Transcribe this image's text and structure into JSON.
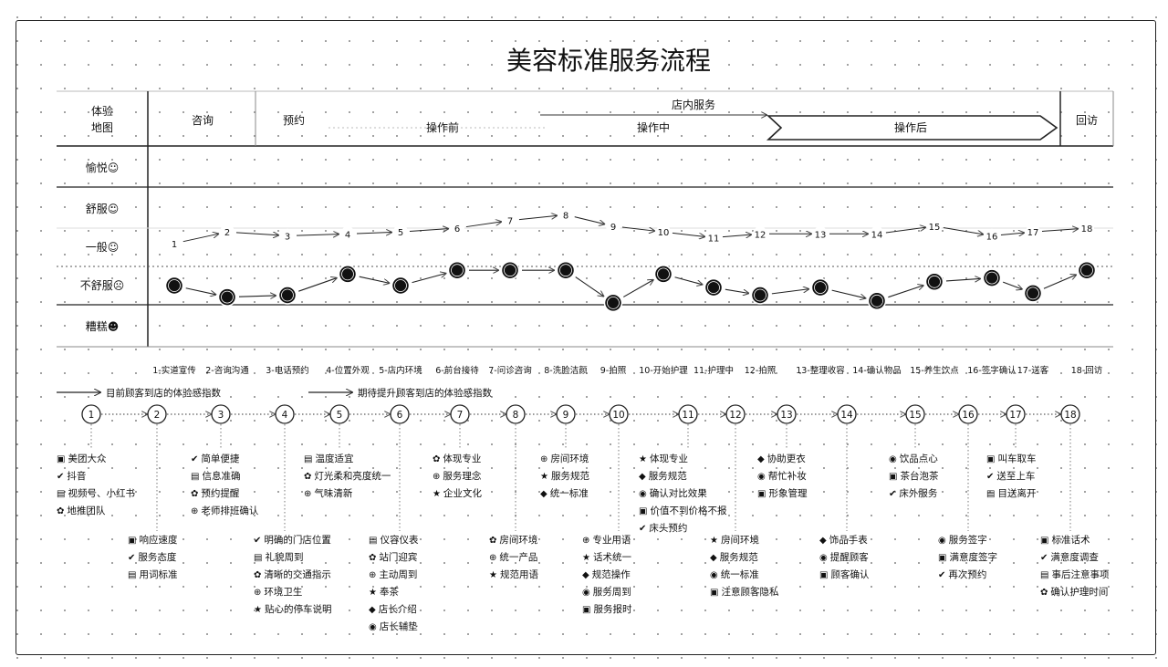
{
  "title": "美容标准服务流程",
  "header": {
    "map_label": [
      "体验",
      "地图"
    ],
    "zixun": "咨询",
    "yuyue": "预约",
    "dianneifuwu": "店内服务",
    "caozuoqian": "操作前",
    "caozuozhong": "操作中",
    "caozuohou": "操作后",
    "huifang": "回访"
  },
  "rows": [
    "愉悦☺",
    "舒服☺",
    "一般☺",
    "不舒服☹",
    "糟糕☻"
  ],
  "legend": {
    "current": "目前顾客到店的体验感指数",
    "expected": "期待提升顾客到店的体验感指数"
  },
  "chart_data": {
    "type": "line",
    "categories": [
      "1-实道宣传",
      "2-咨询沟通",
      "3-电话预约",
      "4-位置外观",
      "5-店内环境",
      "6-前台接待",
      "7-问诊咨询",
      "8-洗脸洁颜",
      "9-拍照",
      "10-开始护理",
      "11-护理中",
      "12-拍照",
      "13-整理收容",
      "14-确认物品",
      "15-养生饮点",
      "16-签字确认",
      "17-送客",
      "18-回访"
    ],
    "series": [
      {
        "values": [
          1.2,
          1.8,
          1.6,
          1.7,
          1.8,
          2.0,
          2.4,
          2.7,
          2.1,
          1.8,
          1.5,
          1.7,
          1.7,
          1.7,
          2.1,
          1.6,
          1.8,
          2.0
        ]
      },
      {
        "values": [
          -1.0,
          -1.6,
          -1.5,
          -0.4,
          -1.0,
          -0.2,
          -0.2,
          -0.2,
          -1.9,
          -0.4,
          -1.1,
          -1.5,
          -1.1,
          -1.8,
          -0.8,
          -0.6,
          -1.4,
          -0.2
        ]
      }
    ],
    "levels": [
      "愉悦",
      "舒服",
      "一般",
      "不舒服",
      "糟糕"
    ]
  },
  "steps": [
    "1",
    "2",
    "3",
    "4",
    "5",
    "6",
    "7",
    "8",
    "9",
    "10",
    "11",
    "12",
    "13",
    "14",
    "15",
    "16",
    "17",
    "18"
  ],
  "touchpoints": {
    "above": [
      {
        "step": 1,
        "items": [
          "美团大众",
          "抖音",
          "视频号、小红书",
          "地推团队"
        ]
      },
      {
        "step": 3,
        "items": [
          "简单便捷",
          "信息准确",
          "预约提醒",
          "老师排班确认"
        ]
      },
      {
        "step": 5,
        "items": [
          "温度适宜",
          "灯光柔和亮度统一",
          "气味清新"
        ]
      },
      {
        "step": 7,
        "items": [
          "体现专业",
          "服务理念",
          "企业文化"
        ]
      },
      {
        "step": 9,
        "items": [
          "房间环境",
          "服务规范",
          "统一标准"
        ]
      },
      {
        "step": 11,
        "items": [
          "体现专业",
          "服务规范",
          "确认对比效果",
          "价值不到价格不报",
          "床头预约"
        ]
      },
      {
        "step": 13,
        "items": [
          "协助更衣",
          "帮忙补妆",
          "形象管理"
        ]
      },
      {
        "step": 15,
        "items": [
          "饮品点心",
          "茶台泡茶",
          "床外服务"
        ]
      },
      {
        "step": 17,
        "items": [
          "叫车取车",
          "送至上车",
          "目送离开"
        ]
      }
    ],
    "below": [
      {
        "step": 2,
        "items": [
          "响应速度",
          "服务态度",
          "用词标准"
        ]
      },
      {
        "step": 4,
        "items": [
          "明确的门店位置",
          "礼貌周到",
          "清晰的交通指示",
          "环境卫生",
          "贴心的停车说明"
        ]
      },
      {
        "step": 6,
        "items": [
          "仪容仪表",
          "站门迎宾",
          "主动周到",
          "奉茶",
          "店长介绍",
          "店长辅垫"
        ]
      },
      {
        "step": 8,
        "items": [
          "房间环境",
          "统一产品",
          "规范用语"
        ]
      },
      {
        "step": 10,
        "items": [
          "专业用语",
          "话术统一",
          "规范操作",
          "服务周到",
          "服务报时"
        ]
      },
      {
        "step": 12,
        "items": [
          "房间环境",
          "服务规范",
          "统一标准",
          "注意顾客隐私"
        ]
      },
      {
        "step": 14,
        "items": [
          "饰品手表",
          "提醒顾客",
          "顾客确认"
        ]
      },
      {
        "step": 16,
        "items": [
          "服务签字",
          "满意度签字",
          "再次预约"
        ]
      },
      {
        "step": 18,
        "items": [
          "标准话术",
          "满意度调查",
          "事后注意事项",
          "确认护理时间"
        ]
      }
    ]
  }
}
